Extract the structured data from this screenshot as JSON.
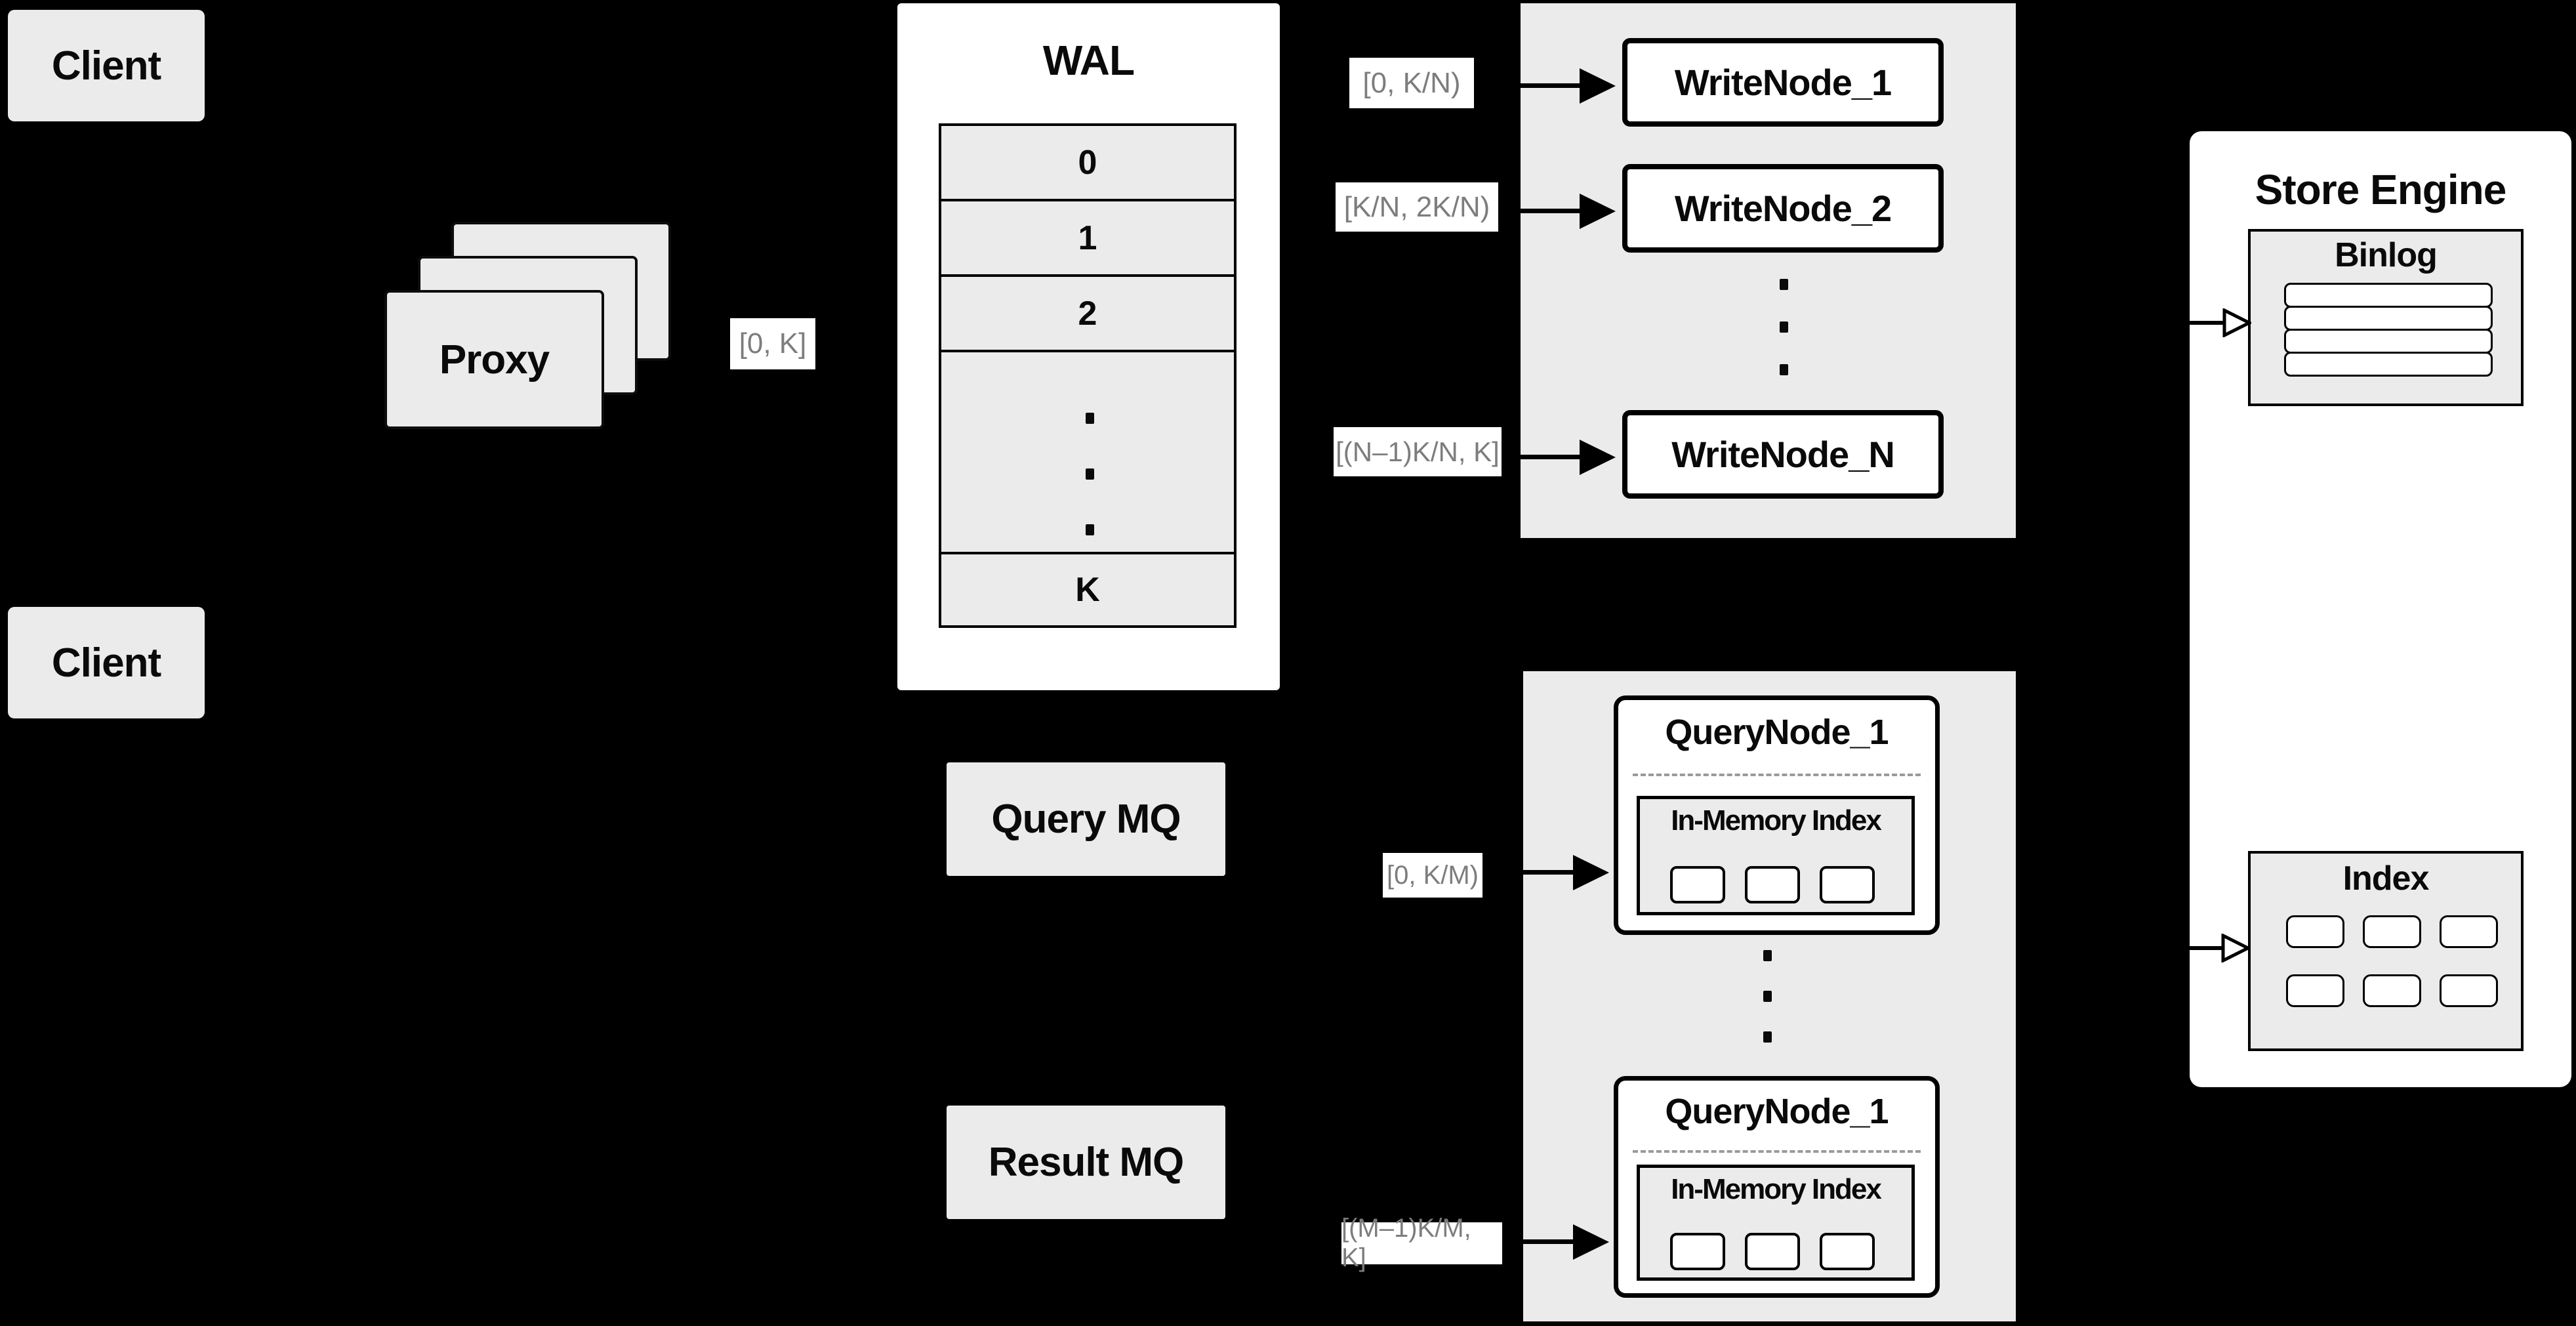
{
  "colors": {
    "background": "#000000",
    "panel_gray": "#ebebeb",
    "box_white": "#ffffff",
    "border_black": "#000000",
    "range_label_text": "#7d7d7d",
    "dashed_divider": "#9a9a9a"
  },
  "clients": {
    "top_label": "Client",
    "bottom_label": "Client"
  },
  "proxy": {
    "label": "Proxy"
  },
  "wal": {
    "title": "WAL",
    "segments": [
      "0",
      "1",
      "2"
    ],
    "ellipsis": "...",
    "last_segment": "K"
  },
  "mq": {
    "query_label": "Query MQ",
    "result_label": "Result MQ"
  },
  "write_group": {
    "nodes": [
      "WriteNode_1",
      "WriteNode_2",
      "WriteNode_N"
    ]
  },
  "query_group": {
    "nodes": [
      {
        "title": "QueryNode_1",
        "index_label": "In-Memory Index"
      },
      {
        "title": "QueryNode_1",
        "index_label": "In-Memory Index"
      }
    ]
  },
  "store_engine": {
    "title": "Store Engine",
    "binlog_label": "Binlog",
    "index_label": "Index"
  },
  "range_labels": {
    "proxy_to_wal": "[0, K]",
    "wal_to_writenode_1": "[0, K/N)",
    "wal_to_writenode_2": "[K/N, 2K/N)",
    "wal_to_writenode_n": "[(N–1)K/N, K]",
    "querymq_to_querynode_1": "[0, K/M)",
    "resultmq_to_querynode_m": "[(M–1)K/M, K]"
  }
}
